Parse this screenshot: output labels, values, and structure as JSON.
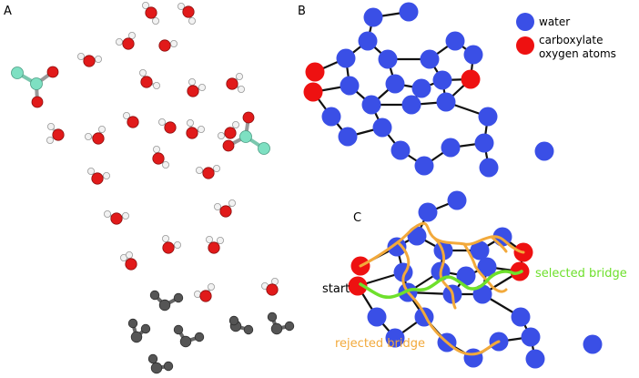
{
  "panels": {
    "a": "A",
    "b": "B",
    "c": "C"
  },
  "legend": {
    "water": "water",
    "carboxylate_line1": "carboxylate",
    "carboxylate_line2": "oxygen atoms"
  },
  "annotations": {
    "start": "start",
    "selected": "selected bridge",
    "rejected": "rejected bridge"
  },
  "colors": {
    "water": "#3a4fe6",
    "carboxylate": "#ee1111",
    "oxygen": "#e11a1a",
    "hydrogen": "#f2f2f2",
    "carbon_teal": "#7ee0c2",
    "carbon_gray": "#555555",
    "bond": "#111111",
    "selected_bridge": "#6ee02c",
    "rejected_bridge": "#f2a93b"
  }
}
